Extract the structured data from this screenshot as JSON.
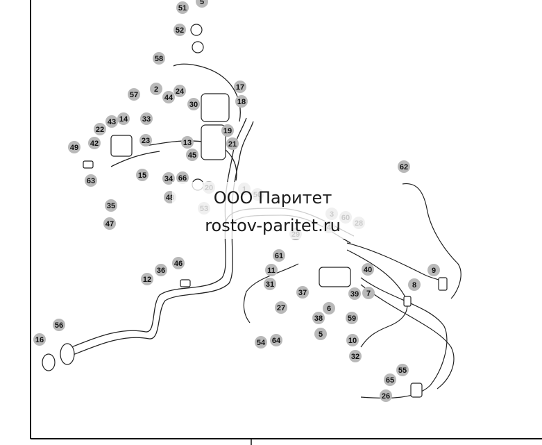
{
  "watermark": {
    "company": "ООО Паритет",
    "url": "rostov-paritet.ru"
  },
  "callouts": [
    "51",
    "5",
    "52",
    "58",
    "57",
    "2",
    "44",
    "24",
    "17",
    "18",
    "30",
    "33",
    "43",
    "14",
    "22",
    "23",
    "13",
    "19",
    "21",
    "45",
    "42",
    "49",
    "15",
    "34",
    "66",
    "63",
    "20",
    "35",
    "48",
    "47",
    "53",
    "1",
    "3",
    "60",
    "28",
    "62",
    "29",
    "61",
    "11",
    "31",
    "37",
    "40",
    "9",
    "8",
    "36",
    "46",
    "12",
    "27",
    "38",
    "6",
    "39",
    "7",
    "59",
    "56",
    "16",
    "54",
    "64",
    "5",
    "10",
    "32",
    "55",
    "65",
    "26",
    "50",
    "4"
  ],
  "colors": {
    "line": "#222222",
    "callout_fill": "#b9b9b9",
    "background": "#ffffff"
  }
}
